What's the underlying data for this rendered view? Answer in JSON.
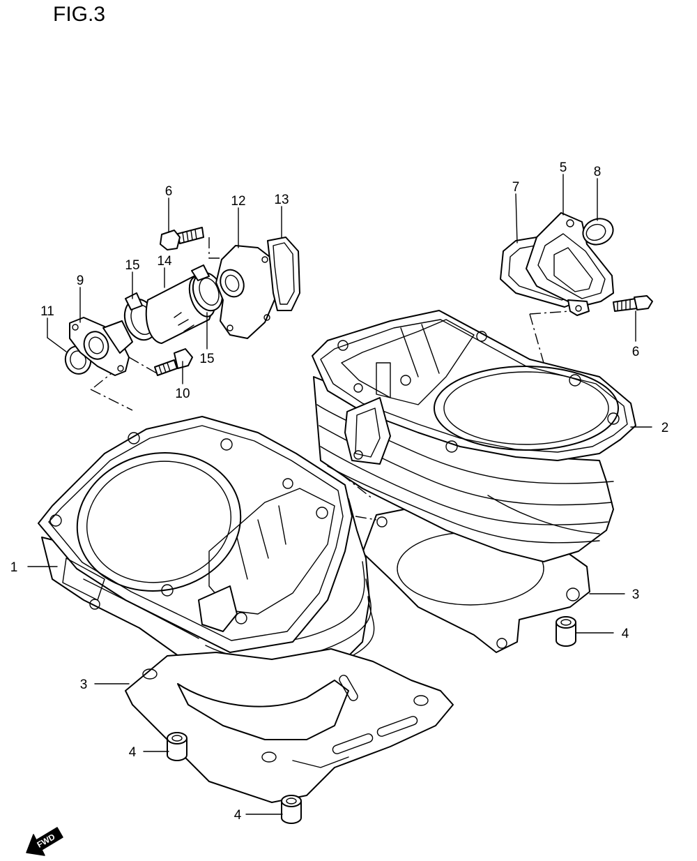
{
  "figure": {
    "title": "FIG.3",
    "forward_label": "FWD"
  },
  "callouts": [
    "1",
    "2",
    "3",
    "3",
    "4",
    "4",
    "4",
    "5",
    "6",
    "6",
    "7",
    "8",
    "9",
    "10",
    "11",
    "12",
    "13",
    "14",
    "15",
    "15"
  ],
  "parts": [
    {
      "ref": "1",
      "name": "front-cylinder"
    },
    {
      "ref": "2",
      "name": "rear-cylinder"
    },
    {
      "ref": "3",
      "name": "cylinder-base-gasket"
    },
    {
      "ref": "4",
      "name": "dowel-pin"
    },
    {
      "ref": "5",
      "name": "rear-intake-cover"
    },
    {
      "ref": "6",
      "name": "bolt"
    },
    {
      "ref": "7",
      "name": "rear-cover-gasket"
    },
    {
      "ref": "8",
      "name": "o-ring"
    },
    {
      "ref": "9",
      "name": "front-intake-cover"
    },
    {
      "ref": "10",
      "name": "bolt"
    },
    {
      "ref": "11",
      "name": "o-ring"
    },
    {
      "ref": "12",
      "name": "water-outlet-fitting"
    },
    {
      "ref": "13",
      "name": "fitting-gasket"
    },
    {
      "ref": "14",
      "name": "connecting-hose"
    },
    {
      "ref": "15",
      "name": "hose-clamp"
    }
  ]
}
